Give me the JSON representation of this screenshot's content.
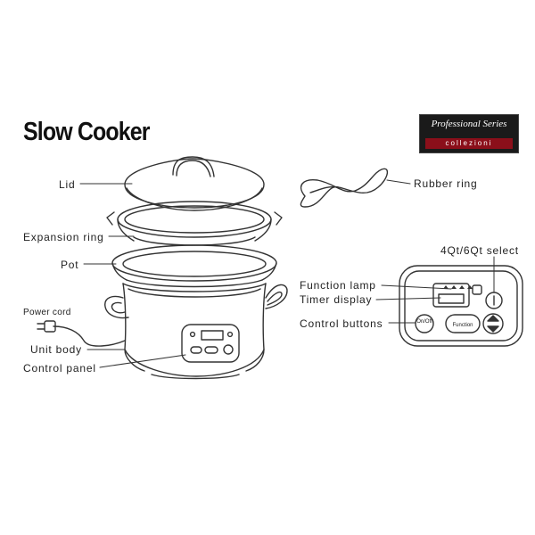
{
  "title": "Slow Cooker",
  "logo": {
    "brand": "Professional Series",
    "sub": "collezioni"
  },
  "labels": {
    "lid": "Lid",
    "rubber_ring": "Rubber ring",
    "expansion_ring": "Expansion ring",
    "pot": "Pot",
    "power_cord": "Power cord",
    "unit_body": "Unit body",
    "control_panel": "Control panel",
    "size_select": "4Qt/6Qt select",
    "function_lamp": "Function lamp",
    "timer_display": "Timer display",
    "control_buttons": "Control buttons"
  },
  "panel_buttons": {
    "onoff": "On/Off",
    "function": "Function"
  }
}
